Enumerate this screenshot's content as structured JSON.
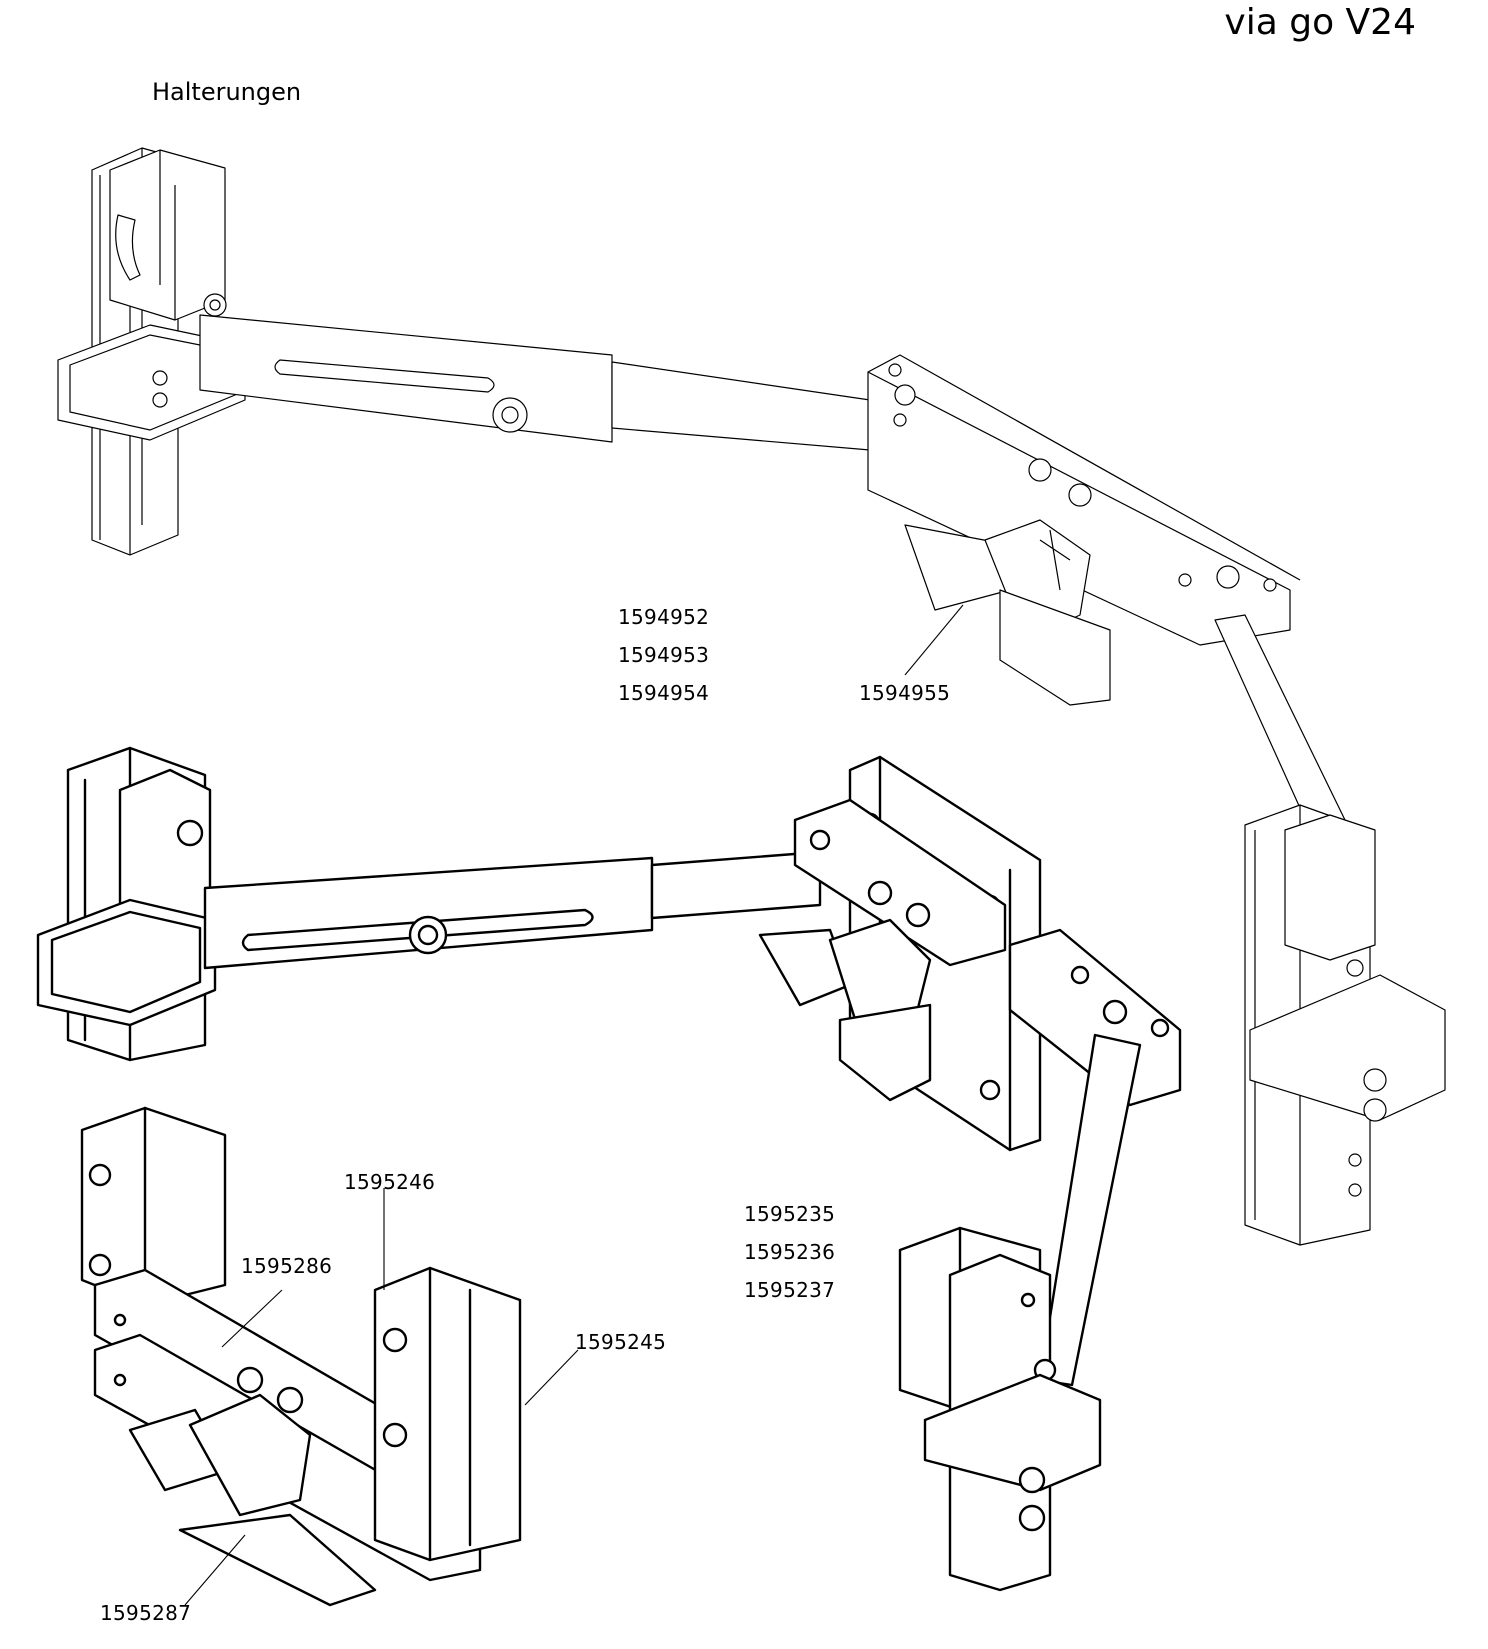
{
  "header": {
    "title": "via go V24",
    "section": "Halterungen"
  },
  "part_numbers": {
    "top_group": [
      "1594952",
      "1594953",
      "1594954"
    ],
    "top_clamp": "1594955",
    "middle_group": [
      "1595235",
      "1595236",
      "1595237"
    ],
    "bottom_left": {
      "upper_block": "1595246",
      "plate": "1595286",
      "side_block": "1595245",
      "clamp": "1595287"
    }
  }
}
